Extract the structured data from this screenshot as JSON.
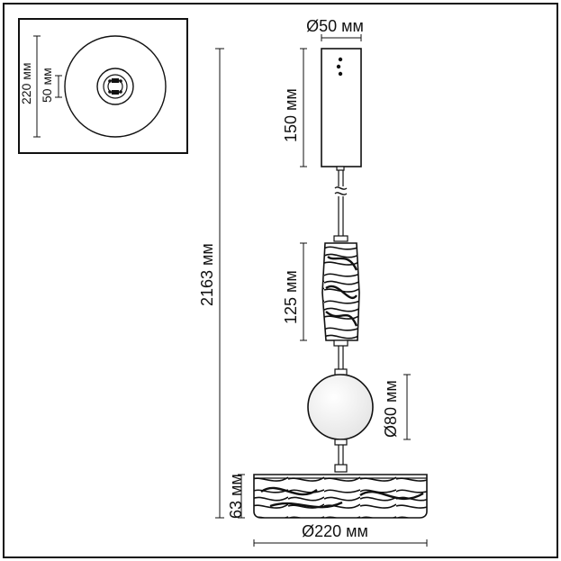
{
  "colors": {
    "line": "#111111",
    "background": "#ffffff",
    "glass": "#c9c9c9"
  },
  "inset_view": {
    "outer_diameter_label": "220 мм",
    "inner_diameter_label": "50 мм"
  },
  "dimensions": {
    "total_height": "2163 мм",
    "canopy_diameter": "Ø50 мм",
    "canopy_height": "150 мм",
    "tube_height": "125 мм",
    "sphere_diameter": "Ø80 мм",
    "shade_height": "63 мм",
    "shade_diameter": "Ø220 мм"
  }
}
